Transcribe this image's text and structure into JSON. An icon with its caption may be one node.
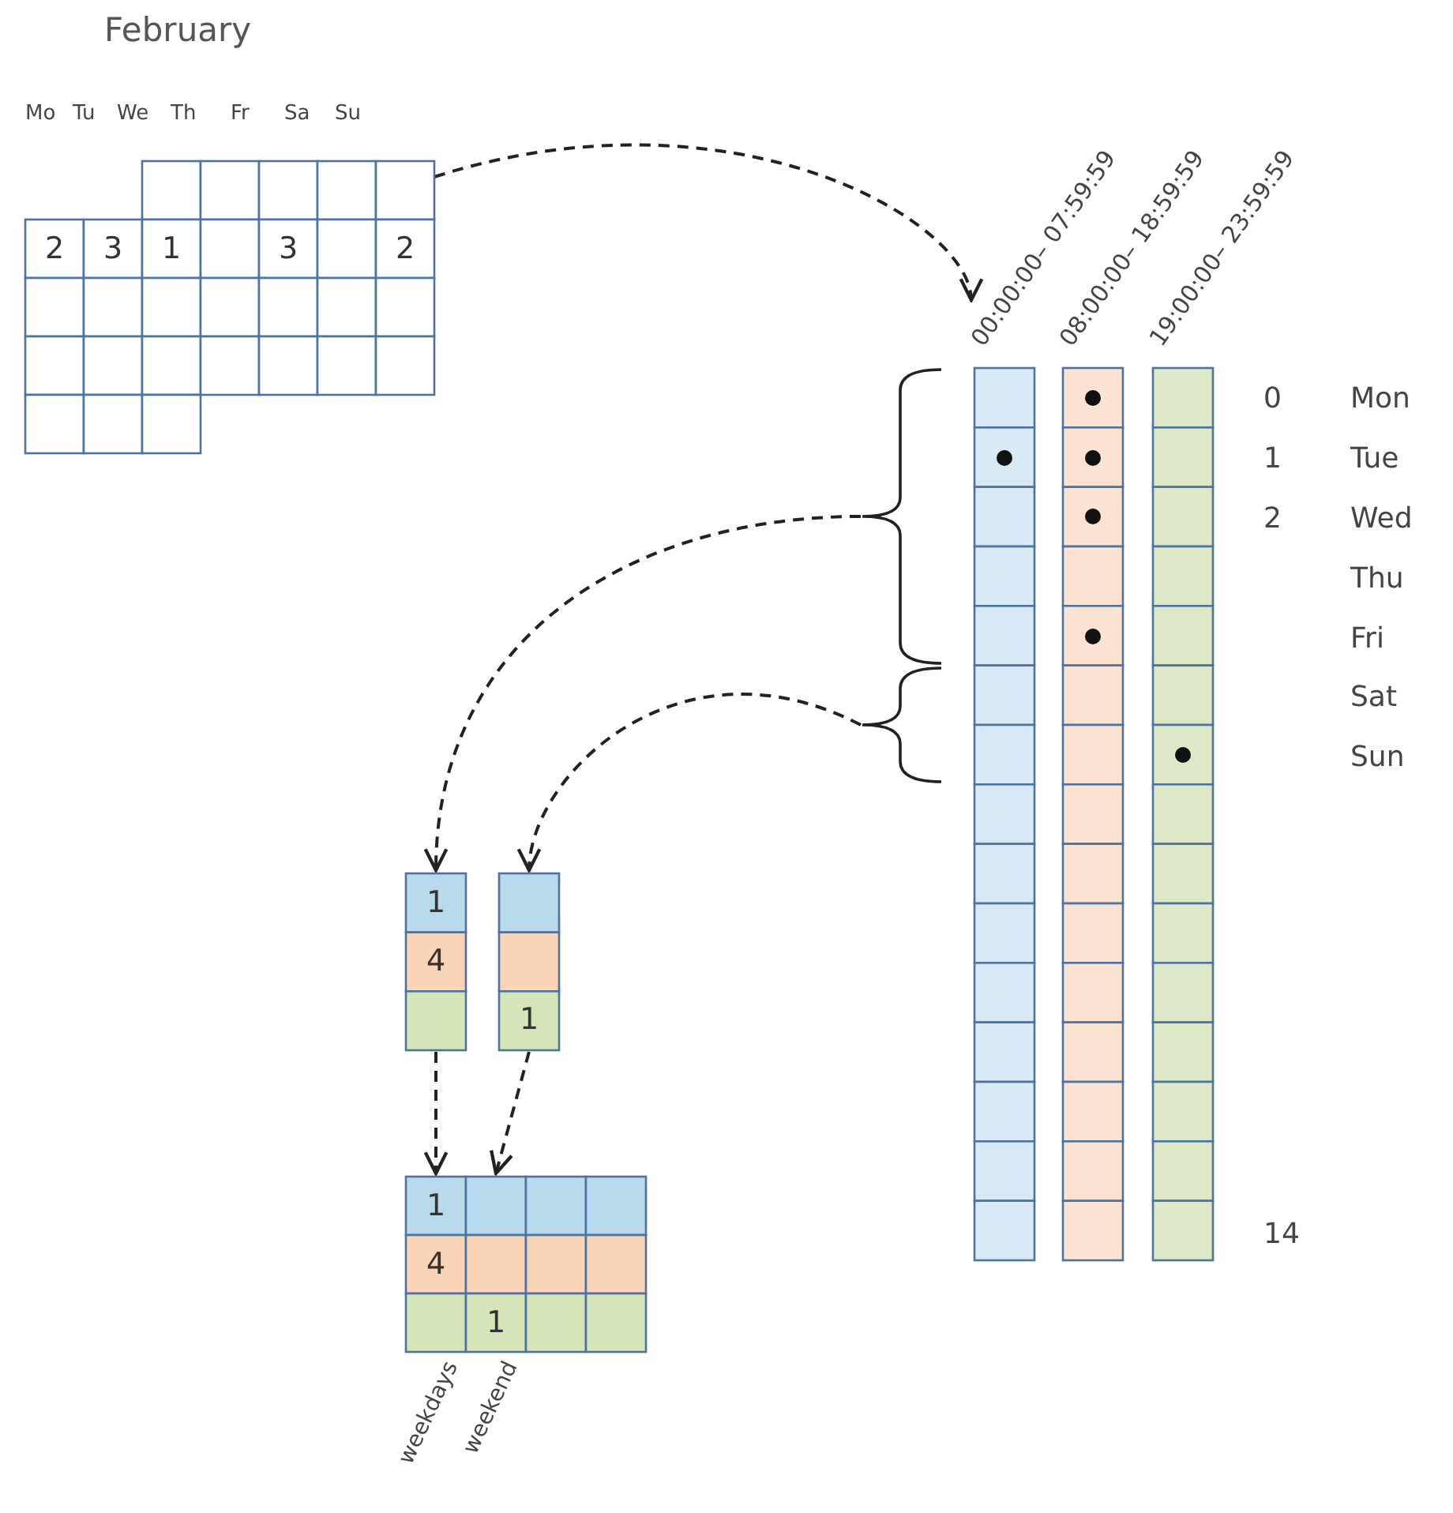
{
  "diagram": {
    "nodes": [
      {
        "text": [
          "February",
          "2",
          "3",
          "1",
          "3",
          "2"
        ]
      },
      {
        "text": [
          "00:00:00– 07:59:59"
        ]
      },
      {
        "text": [
          "08:00:00– 18:59:59"
        ]
      },
      {
        "text": [
          "19:00:00– 23:59:59"
        ]
      },
      {
        "text": [],
        "shape": "brace"
      },
      {
        "text": [],
        "shape": "brace"
      },
      {
        "text": [
          "1",
          "4"
        ]
      },
      {
        "text": [
          "1"
        ]
      },
      {
        "text": [
          "1",
          "4",
          "1"
        ],
        "beside": [
          "weekdays",
          "weekend"
        ]
      }
    ],
    "edges": [
      {
        "from": 0,
        "to": 1,
        "arrow": "to",
        "style": "dashed"
      },
      {
        "from": 4,
        "to": 6,
        "arrow": "to",
        "style": "dashed"
      },
      {
        "from": 5,
        "to": 7,
        "arrow": "to",
        "style": "dashed"
      },
      {
        "from": 6,
        "to": 8,
        "arrow": "to",
        "style": "dashed"
      },
      {
        "from": 7,
        "to": 8,
        "arrow": "to",
        "style": "dashed"
      }
    ],
    "labels": [
      "Mo",
      "Tu",
      "We",
      "Th",
      "Fr",
      "Sa",
      "Su",
      "0",
      "Mon",
      "1",
      "Tue",
      "2",
      "Wed",
      "Thu",
      "Fri",
      "Sat",
      "Sun",
      "14"
    ]
  }
}
